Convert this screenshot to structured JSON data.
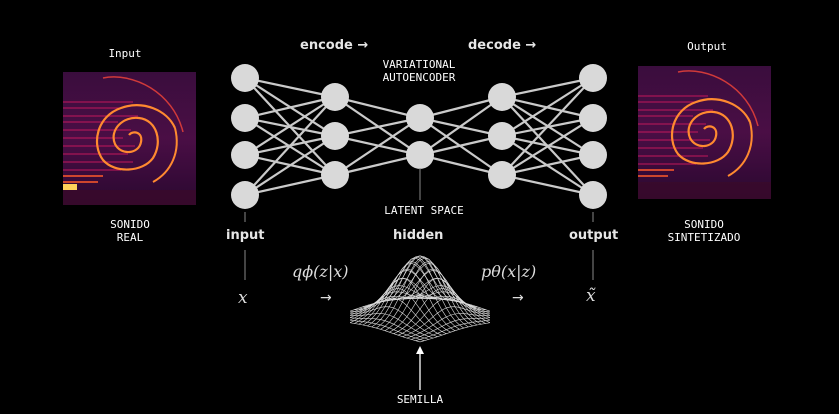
{
  "input_panel": {
    "title": "Input",
    "caption_line1": "SONIDO",
    "caption_line2": "REAL"
  },
  "output_panel": {
    "title": "Output",
    "caption_line1": "SONIDO",
    "caption_line2": "SINTETIZADO"
  },
  "header": {
    "encode": "encode →",
    "decode": "decode →",
    "title_line1": "VARIATIONAL",
    "title_line2": "AUTOENCODER"
  },
  "network": {
    "latent_label": "LATENT SPACE",
    "layer_labels": {
      "input": "input",
      "hidden": "hidden",
      "output": "output"
    },
    "layer_node_counts": [
      4,
      3,
      2,
      3,
      4
    ]
  },
  "math": {
    "x": "x",
    "x_tilde": "x̃",
    "encoder": "qϕ(z|x)",
    "decoder": "pθ(x|z)",
    "arrow": "→"
  },
  "seed_label": "SEMILLA",
  "colors": {
    "background": "#000000",
    "node": "#d9d9d9",
    "edge": "#e0e0e0",
    "spectrogram_hot": "#ff7a1a",
    "spectrogram_mid": "#b0105a"
  }
}
